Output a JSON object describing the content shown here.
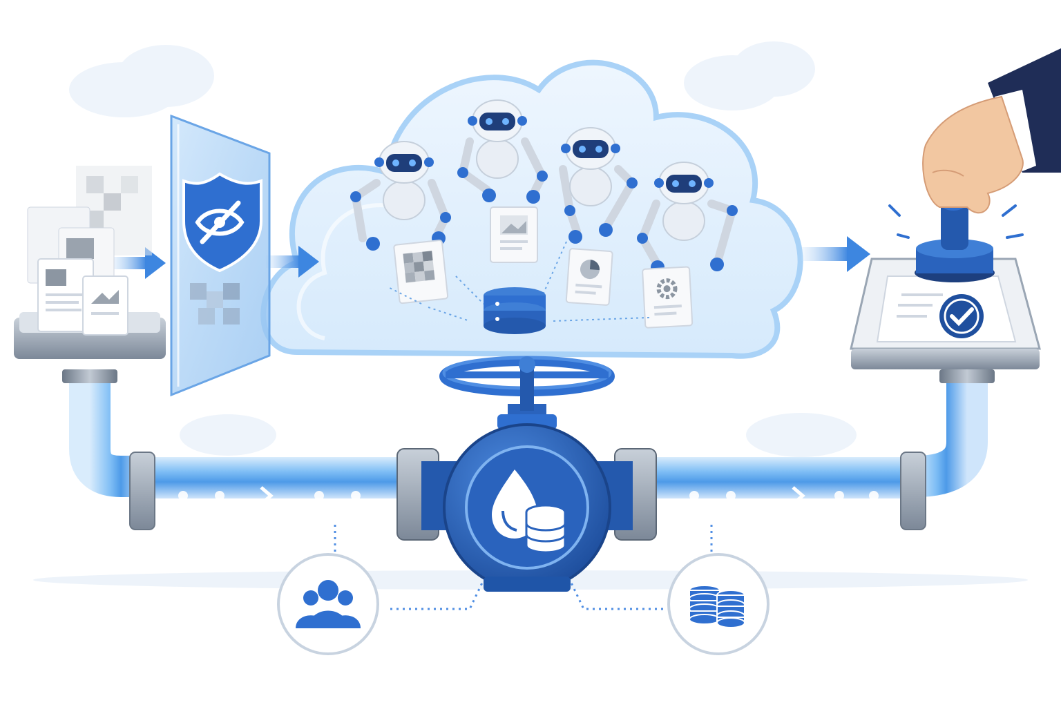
{
  "scene": {
    "description_free": true,
    "colors": {
      "primary_blue": "#2f6fd0",
      "dark_blue": "#1f4f9e",
      "light_blue": "#8ec3f5",
      "pipe_glow": "#5aa9f0",
      "cloud_fill": "#e4f1fd",
      "cloud_stroke": "#a9d2f7",
      "steel": "#9aa6b4",
      "steel_dark": "#6b7786",
      "paper": "#f4f6f9",
      "skin": "#f2c7a1",
      "suit": "#1f2d57"
    },
    "stages": [
      {
        "id": "documents",
        "icon": "document-stack-icon"
      },
      {
        "id": "privacy-shield",
        "icon": "eye-slash-shield-icon"
      },
      {
        "id": "robot-cloud",
        "icon": "robot-icon"
      },
      {
        "id": "approval-stamp",
        "icon": "badge-check-icon"
      }
    ],
    "robots_count": 4,
    "bottom_nodes": [
      {
        "id": "people",
        "icon": "people-icon"
      },
      {
        "id": "database",
        "icon": "database-coins-icon"
      }
    ],
    "valve_icon": "drop-coins-icon"
  }
}
